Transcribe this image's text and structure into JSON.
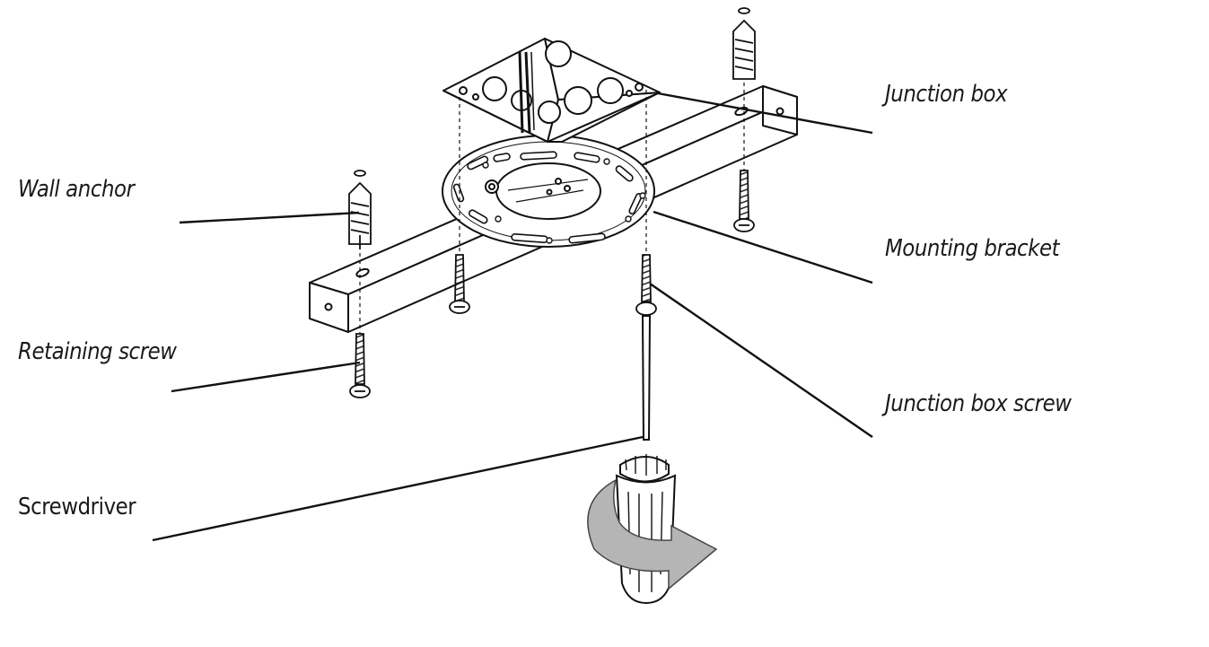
{
  "labels": {
    "junction_box": "Junction box",
    "wall_anchor": "Wall anchor",
    "mounting_bracket": "Mounting bracket",
    "retaining_screw": "Retaining screw",
    "junction_box_screw": "Junction box screw",
    "screwdriver": "Screwdriver"
  },
  "colors": {
    "line": "#111111",
    "arrow_fill": "#b5b5b5",
    "background": "#ffffff"
  }
}
